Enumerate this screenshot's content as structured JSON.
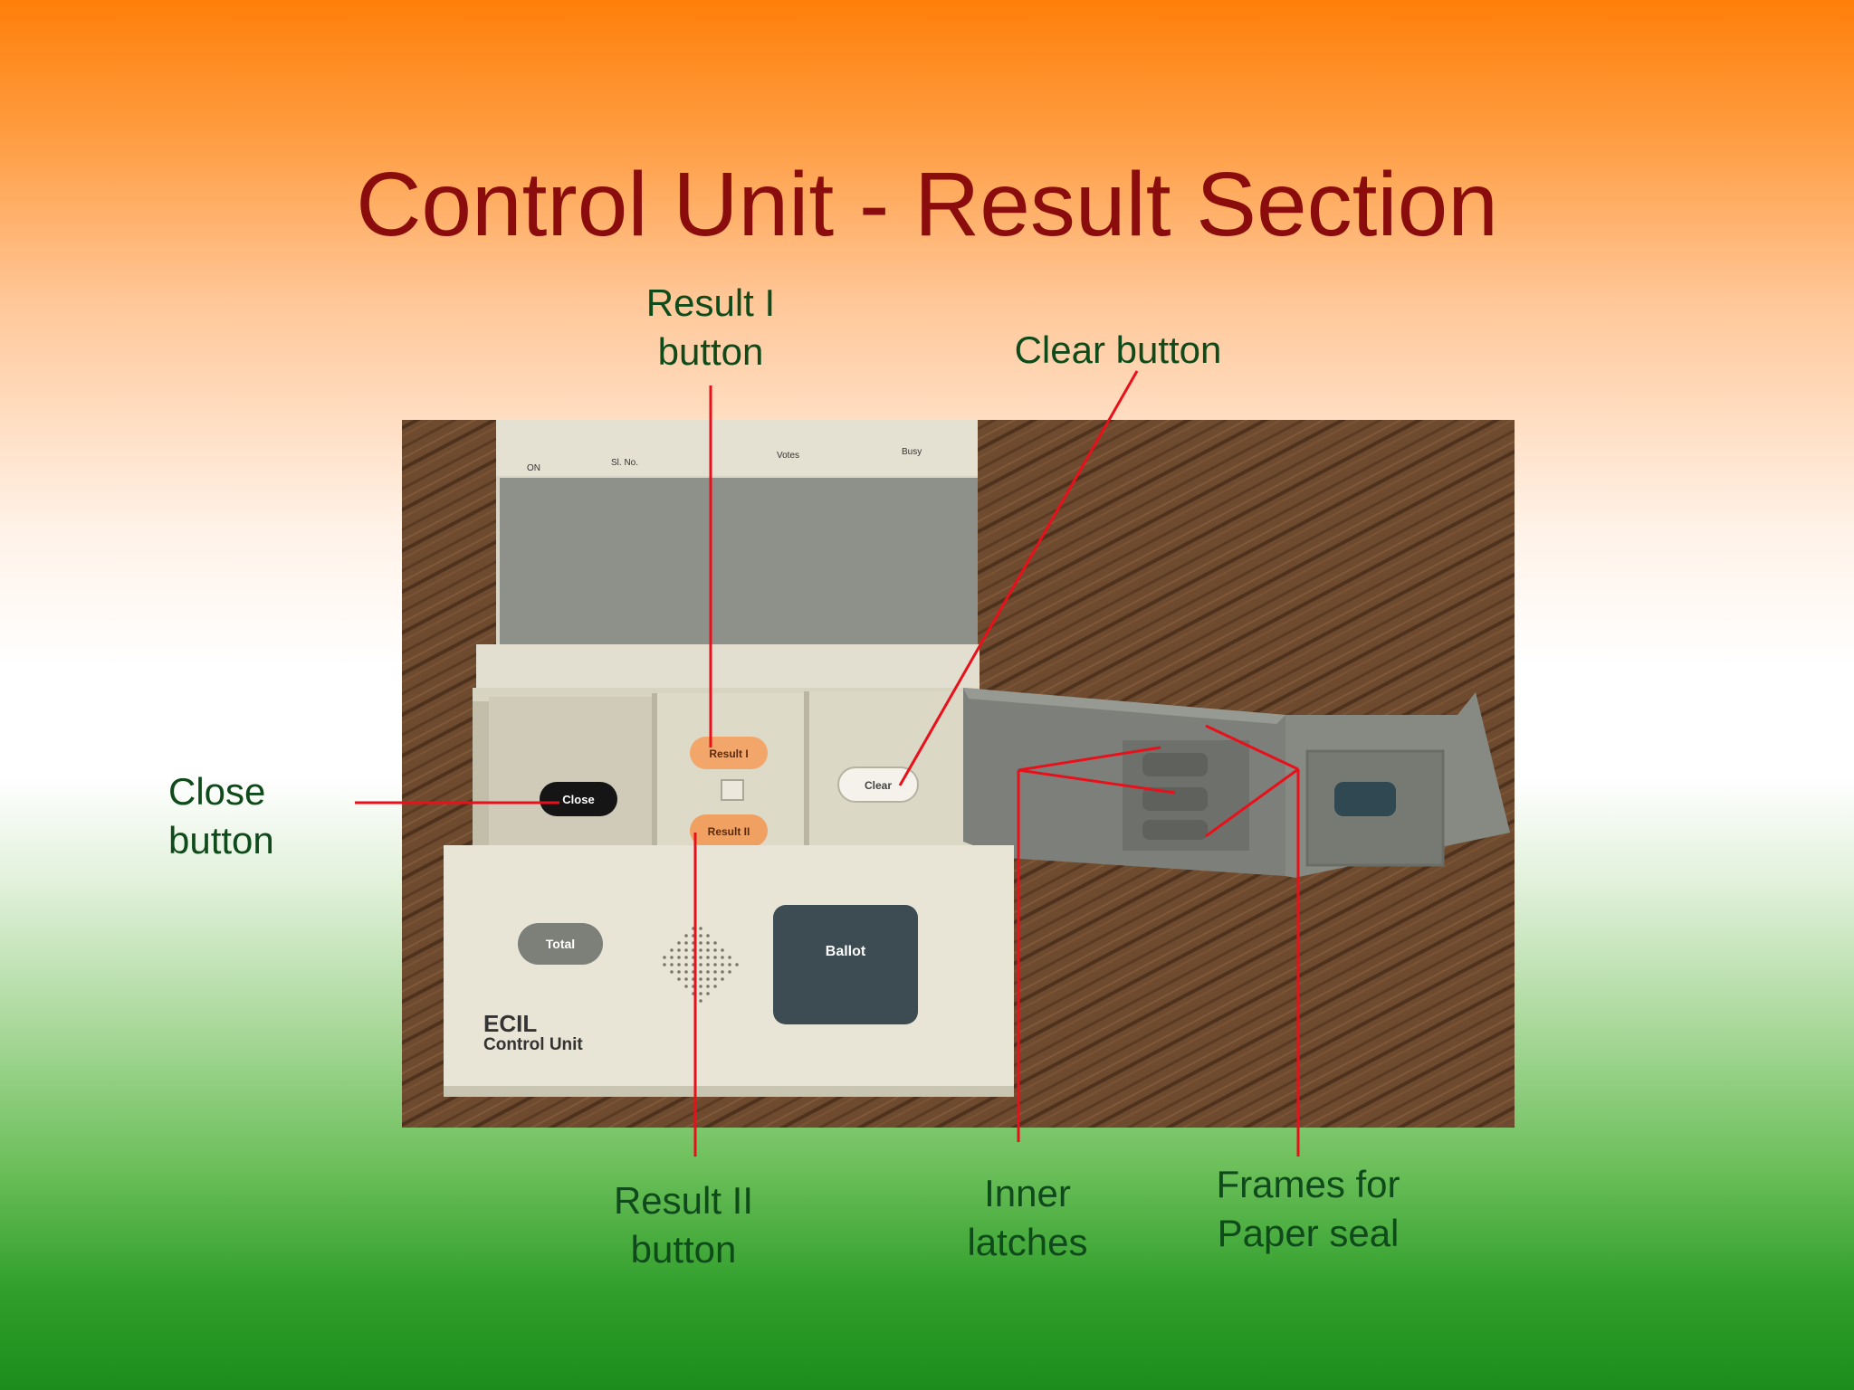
{
  "slide": {
    "title": "Control Unit - Result Section"
  },
  "device": {
    "header_labels": [
      "ON",
      "Sl. No.",
      "Votes",
      "Busy"
    ],
    "buttons": {
      "close": "Close",
      "result_i": "Result I",
      "result_ii": "Result II",
      "clear": "Clear",
      "total": "Total",
      "ballot": "Ballot"
    },
    "brand": "ECIL",
    "unit_name": "Control Unit"
  },
  "callouts": {
    "result_i": [
      "Result I",
      "button"
    ],
    "clear": [
      "Clear button"
    ],
    "close": [
      "Close",
      "button"
    ],
    "result_ii": [
      "Result II",
      "button"
    ],
    "inner_latches": [
      "Inner",
      "latches"
    ],
    "frames": [
      "Frames for",
      "Paper seal"
    ]
  },
  "colors": {
    "title": "#8b0c0c",
    "callout_text": "#0f4a1a",
    "callout_line": "#e8101a",
    "wood": "#6b4a2e"
  }
}
